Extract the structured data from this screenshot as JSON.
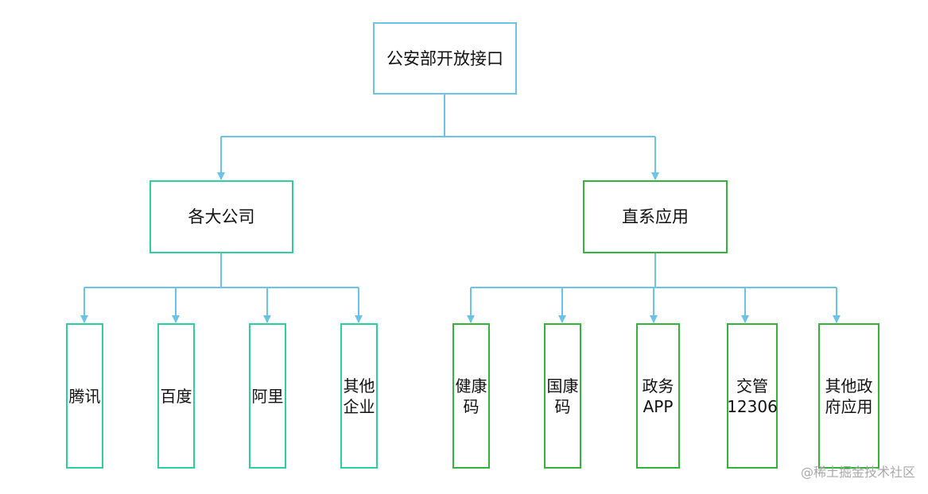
{
  "diagram": {
    "root": {
      "label": "公安部开放接口"
    },
    "branches": [
      {
        "label": "各大公司",
        "children": [
          "腾讯",
          "百度",
          "阿里",
          "其他\n企业"
        ]
      },
      {
        "label": "直系应用",
        "children": [
          "健康\n码",
          "国康\n码",
          "政务\nAPP",
          "交管\n12306",
          "其他政\n府应用"
        ]
      }
    ],
    "colors": {
      "connector": "#6cc3e8",
      "root_border": "#6cc3e8",
      "companies_border": "#2fcf9d",
      "apps_border": "#32b43a"
    }
  },
  "watermark": "@稀土掘金技术社区"
}
